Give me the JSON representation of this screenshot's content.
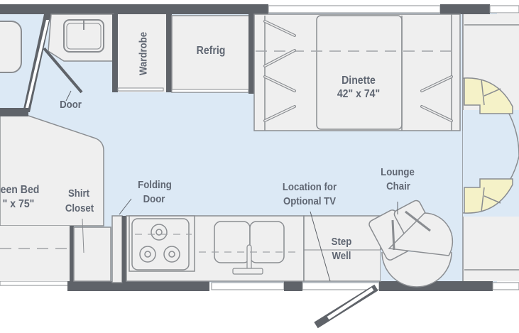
{
  "floorplan": {
    "colors": {
      "wall": "#5f6369",
      "floor": "#dce9f5",
      "fixture": "#efefef",
      "fixture_stroke": "#8a8d91",
      "upholstery": "#f5f2c8",
      "label": "#5f6672",
      "window": "#ffffff"
    },
    "labels": {
      "bath_door": "Door",
      "wardrobe": "Wardrobe",
      "refrig": "Refrig",
      "dinette_name": "Dinette",
      "dinette_size": "42\" x 74\"",
      "bed_name": "een Bed",
      "bed_size": "\" x 75\"",
      "shirt_closet_1": "Shirt",
      "shirt_closet_2": "Closet",
      "folding_door_1": "Folding",
      "folding_door_2": "Door",
      "tv_1": "Location for",
      "tv_2": "Optional TV",
      "step_well_1": "Step",
      "step_well_2": "Well",
      "lounge_1": "Lounge",
      "lounge_2": "Chair"
    }
  }
}
